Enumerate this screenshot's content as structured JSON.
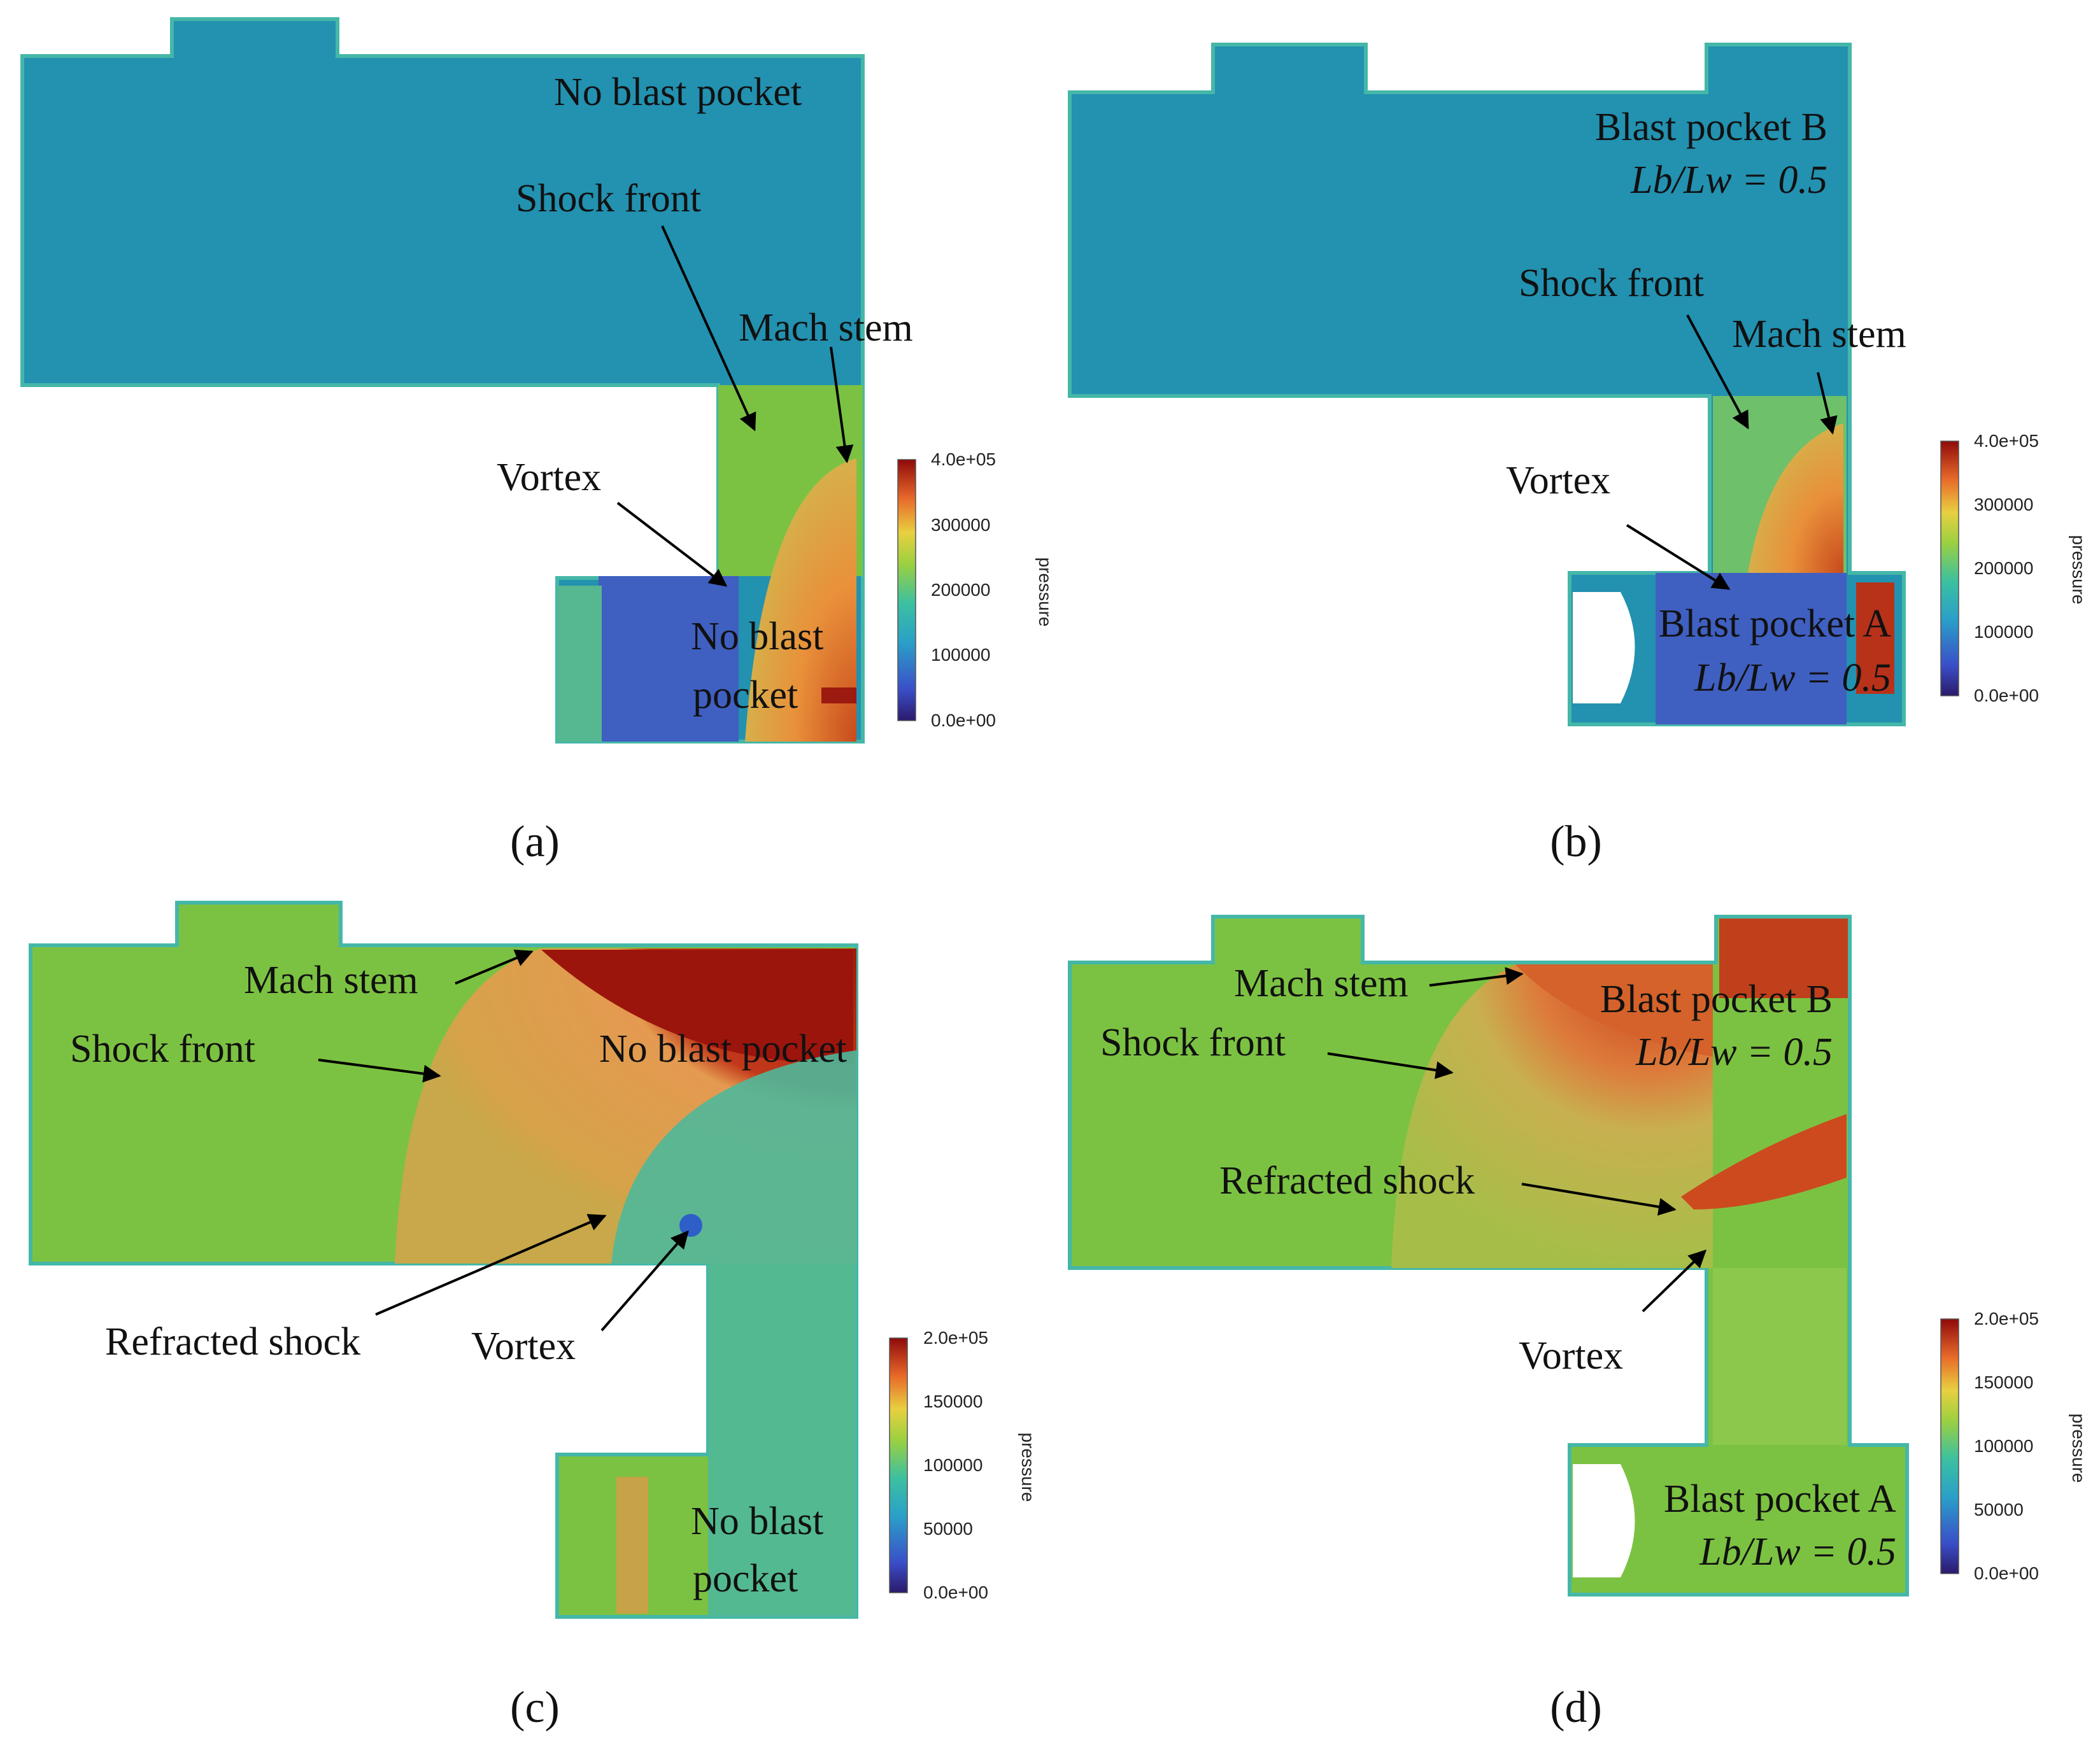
{
  "colors": {
    "low_pressure_field": "#2391b0",
    "ambient_field_cd": "#7cc242",
    "high": "#c4361c",
    "very_high": "#a2150e",
    "mid_orange": "#e59a48",
    "vortex_blue": "#3f5fc1",
    "outline": "#45b7a8"
  },
  "panels": {
    "a": {
      "caption": "(a)",
      "labels": {
        "pocket_top": "No blast pocket",
        "shock_front": "Shock front",
        "mach_stem": "Mach stem",
        "vortex": "Vortex",
        "pocket_bottom_1": "No blast",
        "pocket_bottom_2": "pocket"
      },
      "colorbar": {
        "title": "pressure",
        "ticks": [
          "4.0e+05",
          "300000",
          "200000",
          "100000",
          "0.0e+00"
        ]
      }
    },
    "b": {
      "caption": "(b)",
      "labels": {
        "pocket_top": "Blast pocket B",
        "ratio_top": "Lb/Lw = 0.5",
        "shock_front": "Shock front",
        "mach_stem": "Mach stem",
        "vortex": "Vortex",
        "pocket_bottom": "Blast pocket A",
        "ratio_bottom": "Lb/Lw = 0.5"
      },
      "colorbar": {
        "title": "pressure",
        "ticks": [
          "4.0e+05",
          "300000",
          "200000",
          "100000",
          "0.0e+00"
        ]
      }
    },
    "c": {
      "caption": "(c)",
      "labels": {
        "mach_stem": "Mach stem",
        "shock_front": "Shock front",
        "pocket_top": "No blast pocket",
        "refracted_shock": "Refracted shock",
        "vortex": "Vortex",
        "pocket_bottom_1": "No blast",
        "pocket_bottom_2": "pocket"
      },
      "colorbar": {
        "title": "pressure",
        "ticks": [
          "2.0e+05",
          "150000",
          "100000",
          "50000",
          "0.0e+00"
        ]
      }
    },
    "d": {
      "caption": "(d)",
      "labels": {
        "mach_stem": "Mach stem",
        "pocket_top": "Blast pocket B",
        "ratio_top": "Lb/Lw = 0.5",
        "shock_front": "Shock front",
        "refracted_shock": "Refracted shock",
        "vortex": "Vortex",
        "pocket_bottom": "Blast pocket A",
        "ratio_bottom": "Lb/Lw = 0.5"
      },
      "colorbar": {
        "title": "pressure",
        "ticks": [
          "2.0e+05",
          "150000",
          "100000",
          "50000",
          "0.0e+00"
        ]
      }
    }
  }
}
